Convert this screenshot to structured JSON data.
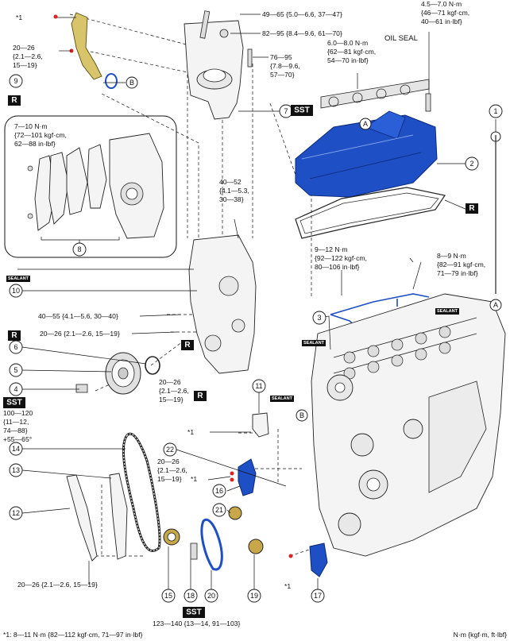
{
  "footnote": "*1: 8—11 N·m {82—112 kgf·cm, 71—97 in·lbf}",
  "units": "N·m {kgf·m, ft·lbf}",
  "oil_seal_label": "OIL SEAL",
  "star_label": "*1",
  "section_marks": [
    "A",
    "B"
  ],
  "badges": {
    "R": "R",
    "SST": "SST",
    "SEALANT": "SEALANT"
  },
  "callouts": [
    "1",
    "2",
    "3",
    "4",
    "5",
    "6",
    "7",
    "8",
    "9",
    "10",
    "11",
    "12",
    "13",
    "14",
    "15",
    "16",
    "17",
    "18",
    "19",
    "20",
    "21",
    "22"
  ],
  "torque": {
    "t1": "20—26",
    "t1b": "{2.1—2.6,",
    "t1c": "15—19}",
    "t2": "49—65 {5.0—6.6, 37—47}",
    "t3": "82—95 {8.4—9.6, 61—70}",
    "t4a": "76—95",
    "t4b": "{7.8—9.6,",
    "t4c": "57—70}",
    "t5a": "4.5—7.0 N·m",
    "t5b": "{46—71 kgf·cm,",
    "t5c": "40—61 in·lbf}",
    "t6a": "6.0—8.0 N·m",
    "t6b": "{62—81 kgf·cm,",
    "t6c": "54—70 in·lbf}",
    "t7a": "7—10 N·m",
    "t7b": "{72—101 kgf·cm,",
    "t7c": "62—88 in·lbf}",
    "t8a": "40—52",
    "t8b": "{4.1—5.3,",
    "t8c": "30—38}",
    "t9a": "9—12 N·m",
    "t9b": "{92—122 kgf·cm,",
    "t9c": "80—106 in·lbf}",
    "t10a": "8—9 N·m",
    "t10b": "{82—91 kgf·cm,",
    "t10c": "71—79 in·lbf}",
    "t11": "40—55 {4.1—5.6, 30—40}",
    "t12": "20—26 {2.1—2.6, 15—19}",
    "t13a": "20—26",
    "t13b": "{2.1—2.6,",
    "t13c": "15—19}",
    "t14a": "100—120",
    "t14b": "{11—12,",
    "t14c": "74—88}",
    "t14d": "+55—65°",
    "t15a": "20—26",
    "t15b": "{2.1—2.6,",
    "t15c": "15—19}",
    "t16": "20—26 {2.1—2.6, 15—19}",
    "t17": "123—140 {13—14, 91—103}"
  }
}
